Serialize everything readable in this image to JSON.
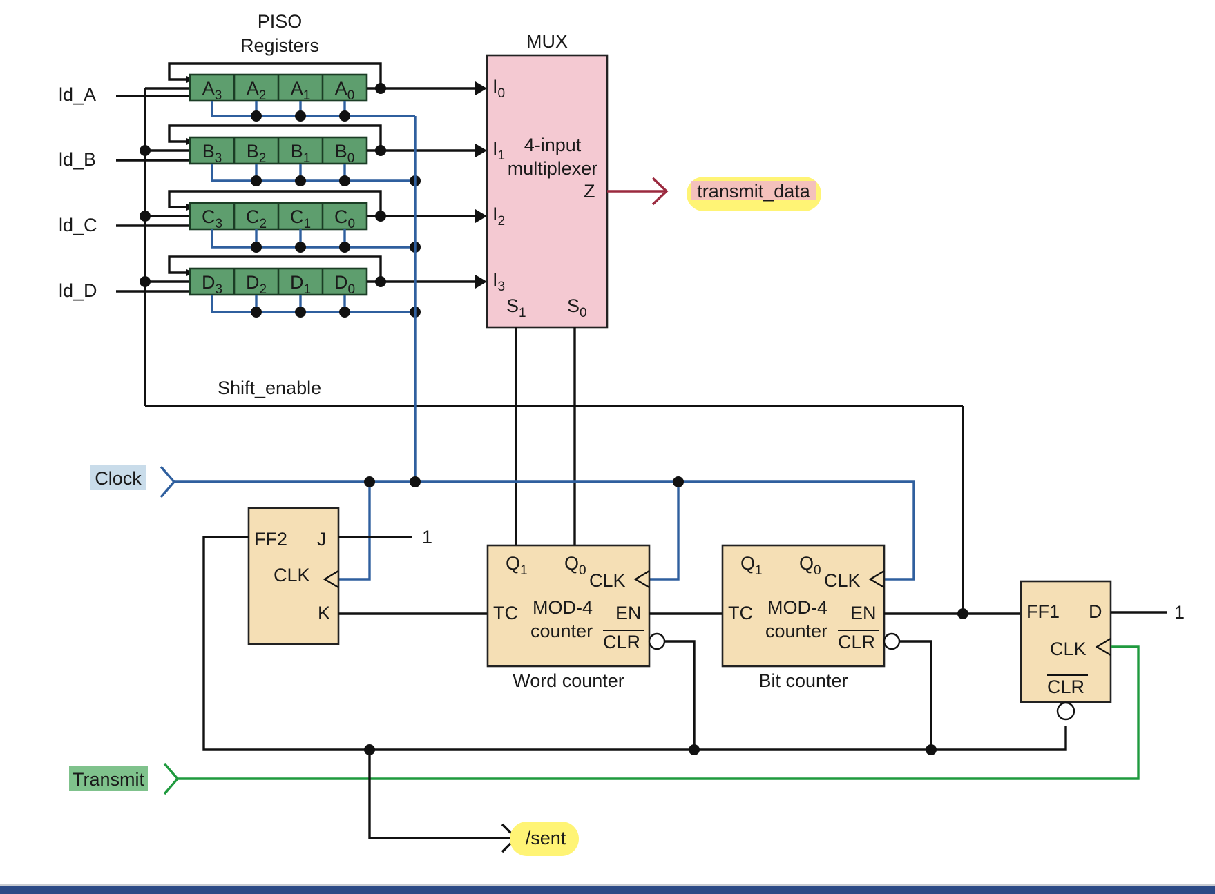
{
  "piso": {
    "title_line1": "PISO",
    "title_line2": "Registers"
  },
  "inputs": {
    "ld_a": "ld_A",
    "ld_b": "ld_B",
    "ld_c": "ld_C",
    "ld_d": "ld_D"
  },
  "registers": [
    {
      "cells": [
        "A3",
        "A2",
        "A1",
        "A0"
      ]
    },
    {
      "cells": [
        "B3",
        "B2",
        "B1",
        "B0"
      ]
    },
    {
      "cells": [
        "C3",
        "C2",
        "C1",
        "C0"
      ]
    },
    {
      "cells": [
        "D3",
        "D2",
        "D1",
        "D0"
      ]
    }
  ],
  "mux": {
    "title": "MUX",
    "desc_line1": "4-input",
    "desc_line2": "multiplexer",
    "inputs": [
      "I0",
      "I1",
      "I2",
      "I3"
    ],
    "output": "Z",
    "selects": [
      "S1",
      "S0"
    ]
  },
  "transmit_data": "transmit_data",
  "shift_enable": "Shift_enable",
  "clock": "Clock",
  "transmit": "Transmit",
  "sent": "/sent",
  "ff2": {
    "name": "FF2",
    "j": "J",
    "clk": "CLK",
    "k": "K",
    "j_value": "1"
  },
  "word_counter": {
    "q1": "Q1",
    "q0": "Q0",
    "clk": "CLK",
    "tc": "TC",
    "en": "EN",
    "clr": "CLR",
    "line1": "MOD-4",
    "line2": "counter",
    "caption": "Word counter"
  },
  "bit_counter": {
    "q1": "Q1",
    "q0": "Q0",
    "clk": "CLK",
    "tc": "TC",
    "en": "EN",
    "clr": "CLR",
    "line1": "MOD-4",
    "line2": "counter",
    "caption": "Bit counter"
  },
  "ff1": {
    "name": "FF1",
    "d": "D",
    "clk": "CLK",
    "clr": "CLR",
    "d_value": "1"
  },
  "colors": {
    "register_fill": "#5e9e6e",
    "mux_fill": "#f4c9d2",
    "block_fill": "#f5dfb5",
    "clock_wire": "#2f5f9e",
    "transmit_wire": "#1f9a3e",
    "output_wire": "#9b2a3f",
    "highlight_yellow": "#fff475",
    "clock_label_bg": "#c9dcea",
    "transmit_label_bg": "#7fc28c",
    "transmit_data_label_bg": "#f2b7c9"
  }
}
